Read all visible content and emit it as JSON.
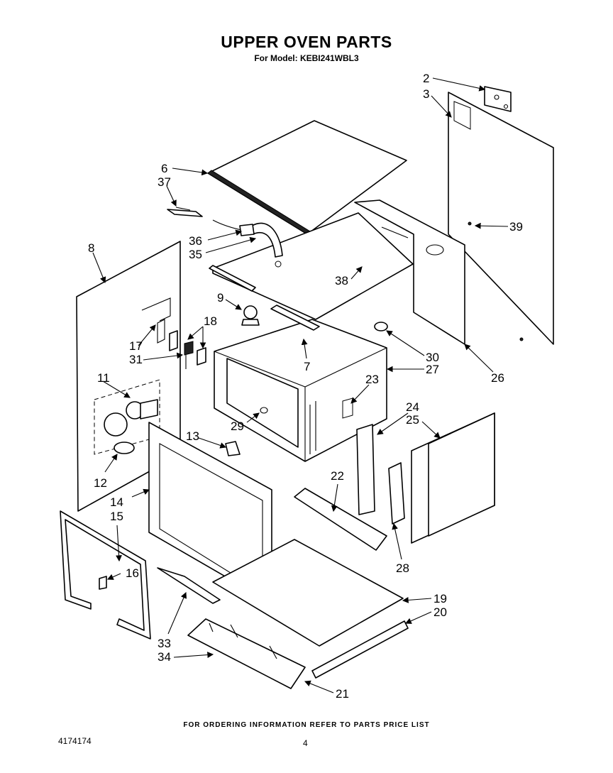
{
  "header": {
    "title": "UPPER OVEN PARTS",
    "subtitle": "For Model: KEBI241WBL3"
  },
  "callouts": [
    "2",
    "3",
    "6",
    "37",
    "39",
    "36",
    "35",
    "8",
    "38",
    "9",
    "18",
    "17",
    "31",
    "7",
    "30",
    "27",
    "26",
    "11",
    "23",
    "24",
    "25",
    "13",
    "29",
    "22",
    "12",
    "14",
    "15",
    "16",
    "28",
    "19",
    "20",
    "33",
    "34",
    "21"
  ],
  "footer": {
    "note": "FOR ORDERING INFORMATION REFER TO PARTS PRICE LIST",
    "doc_number": "4174174",
    "page_number": "4"
  }
}
